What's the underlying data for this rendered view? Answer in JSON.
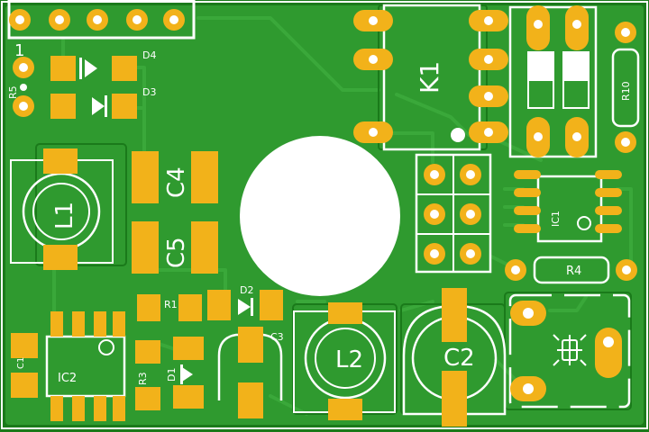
{
  "board": {
    "colors": {
      "substrate": "#1a7a1a",
      "pour": "#2f9a2f",
      "trace": "#3aa83a",
      "pad": "#f2b21a",
      "silk": "#ffffff",
      "hole": "#ffffff"
    },
    "header_pin1_label": "1",
    "components": {
      "D4": "D4",
      "D3": "D3",
      "R5": "R5",
      "K1": "K1",
      "R10": "R10",
      "L1": "L1",
      "C4": "C4",
      "C5": "C5",
      "IC1": "IC1",
      "R4": "R4",
      "R1": "R1",
      "D2": "D2",
      "C3": "C3",
      "L2": "L2",
      "C2": "C2",
      "C1": "C1",
      "IC2": "IC2",
      "R3": "R3",
      "D1": "D1"
    }
  }
}
